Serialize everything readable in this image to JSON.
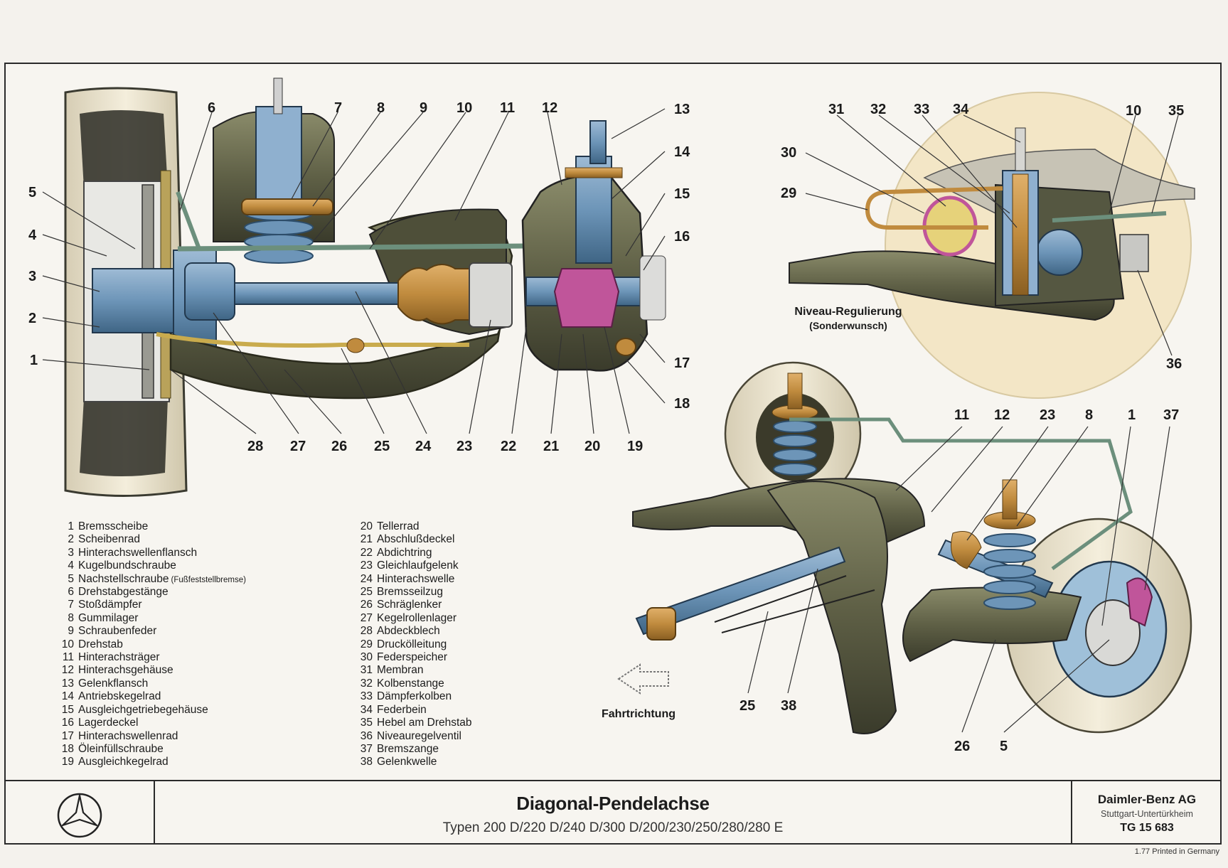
{
  "callouts_main": [
    "1",
    "2",
    "3",
    "4",
    "5",
    "6",
    "7",
    "8",
    "9",
    "10",
    "11",
    "12",
    "13",
    "14",
    "15",
    "16",
    "17",
    "18",
    "19",
    "20",
    "21",
    "22",
    "23",
    "24",
    "25",
    "26",
    "27",
    "28"
  ],
  "callouts_inset": [
    "29",
    "30",
    "31",
    "32",
    "33",
    "34",
    "10",
    "35",
    "36"
  ],
  "callouts_perspective": [
    "11",
    "12",
    "23",
    "8",
    "1",
    "37",
    "25",
    "38",
    "26",
    "5"
  ],
  "inset_caption": {
    "line1": "Niveau-Regulierung",
    "line2": "(Sonderwunsch)"
  },
  "direction_label": "Fahrtrichtung",
  "legend_left": [
    {
      "n": "1",
      "text": "Bremsscheibe"
    },
    {
      "n": "2",
      "text": "Scheibenrad"
    },
    {
      "n": "3",
      "text": "Hinterachswellenflansch"
    },
    {
      "n": "4",
      "text": "Kugelbundschraube"
    },
    {
      "n": "5",
      "text": "Nachstellschraube",
      "note": "(Fußfeststellbremse)"
    },
    {
      "n": "6",
      "text": "Drehstabgestänge"
    },
    {
      "n": "7",
      "text": "Stoßdämpfer"
    },
    {
      "n": "8",
      "text": "Gummilager"
    },
    {
      "n": "9",
      "text": "Schraubenfeder"
    },
    {
      "n": "10",
      "text": "Drehstab"
    },
    {
      "n": "11",
      "text": "Hinterachsträger"
    },
    {
      "n": "12",
      "text": "Hinterachsgehäuse"
    },
    {
      "n": "13",
      "text": "Gelenkflansch"
    },
    {
      "n": "14",
      "text": "Antriebskegelrad"
    },
    {
      "n": "15",
      "text": "Ausgleichgetriebegehäuse"
    },
    {
      "n": "16",
      "text": "Lagerdeckel"
    },
    {
      "n": "17",
      "text": "Hinterachswellenrad"
    },
    {
      "n": "18",
      "text": "Öleinfüllschraube"
    },
    {
      "n": "19",
      "text": "Ausgleichkegelrad"
    }
  ],
  "legend_right": [
    {
      "n": "20",
      "text": "Tellerrad"
    },
    {
      "n": "21",
      "text": "Abschlußdeckel"
    },
    {
      "n": "22",
      "text": "Abdichtring"
    },
    {
      "n": "23",
      "text": "Gleichlaufgelenk"
    },
    {
      "n": "24",
      "text": "Hinterachswelle"
    },
    {
      "n": "25",
      "text": "Bremsseilzug"
    },
    {
      "n": "26",
      "text": "Schräglenker"
    },
    {
      "n": "27",
      "text": "Kegelrollenlager"
    },
    {
      "n": "28",
      "text": "Abdeckblech"
    },
    {
      "n": "29",
      "text": "Druckölleitung"
    },
    {
      "n": "30",
      "text": "Federspeicher"
    },
    {
      "n": "31",
      "text": "Membran"
    },
    {
      "n": "32",
      "text": "Kolbenstange"
    },
    {
      "n": "33",
      "text": "Dämpferkolben"
    },
    {
      "n": "34",
      "text": "Federbein"
    },
    {
      "n": "35",
      "text": "Hebel am Drehstab"
    },
    {
      "n": "36",
      "text": "Niveauregelventil"
    },
    {
      "n": "37",
      "text": "Bremszange"
    },
    {
      "n": "38",
      "text": "Gelenkwelle"
    }
  ],
  "title_block": {
    "title": "Diagonal-Pendelachse",
    "subtitle": "Typen 200 D/220 D/240 D/300 D/200/230/250/280/280 E",
    "company": "Daimler-Benz AG",
    "location": "Stuttgart-Untertürkheim",
    "doc_no": "TG 15 683"
  },
  "printed": "1.77 Printed in Germany",
  "colors": {
    "steel_blue": "#6d95b8",
    "bronze": "#c08b3e",
    "olive": "#5f6046",
    "magenta": "#c0559a",
    "tire_cream": "#efe8d4",
    "inset_bg": "#f3e6c6"
  }
}
